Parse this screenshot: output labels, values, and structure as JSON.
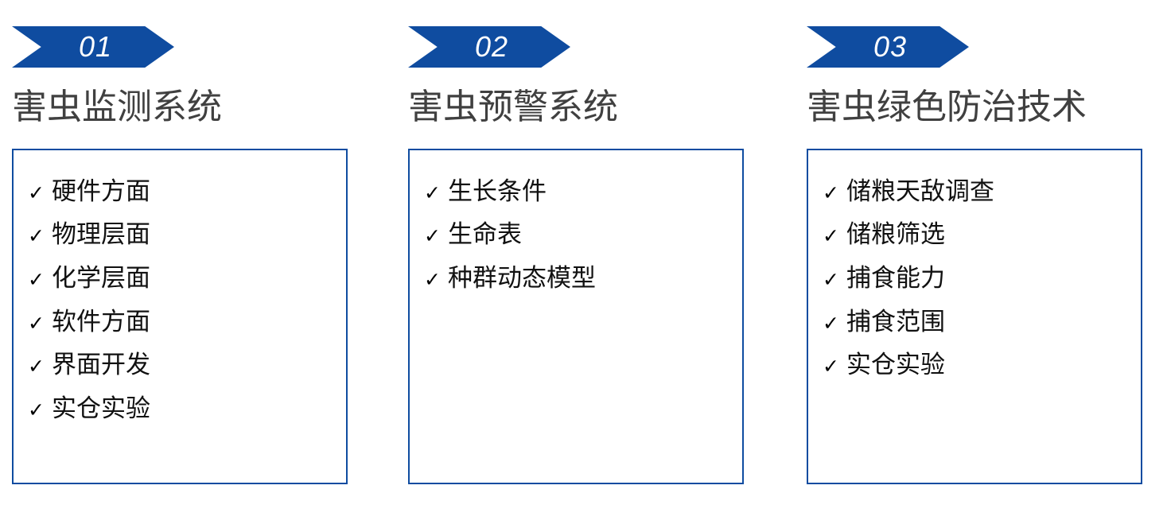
{
  "theme": {
    "accent_color": "#0F4CA0",
    "heading_color": "#404040",
    "text_color": "#111111",
    "background_color": "#FFFFFF",
    "badge_number_color": "#FFFFFF"
  },
  "check_glyph": "✓",
  "columns": [
    {
      "badge_number": "01",
      "heading": "害虫监测系统",
      "items": [
        "硬件方面",
        "物理层面",
        "化学层面",
        "软件方面",
        "界面开发",
        "实仓实验"
      ]
    },
    {
      "badge_number": "02",
      "heading": "害虫预警系统",
      "items": [
        "生长条件",
        "生命表",
        "种群动态模型"
      ]
    },
    {
      "badge_number": "03",
      "heading": "害虫绿色防治技术",
      "items": [
        "储粮天敌调查",
        "储粮筛选",
        "捕食能力",
        "捕食范围",
        "实仓实验"
      ]
    }
  ]
}
